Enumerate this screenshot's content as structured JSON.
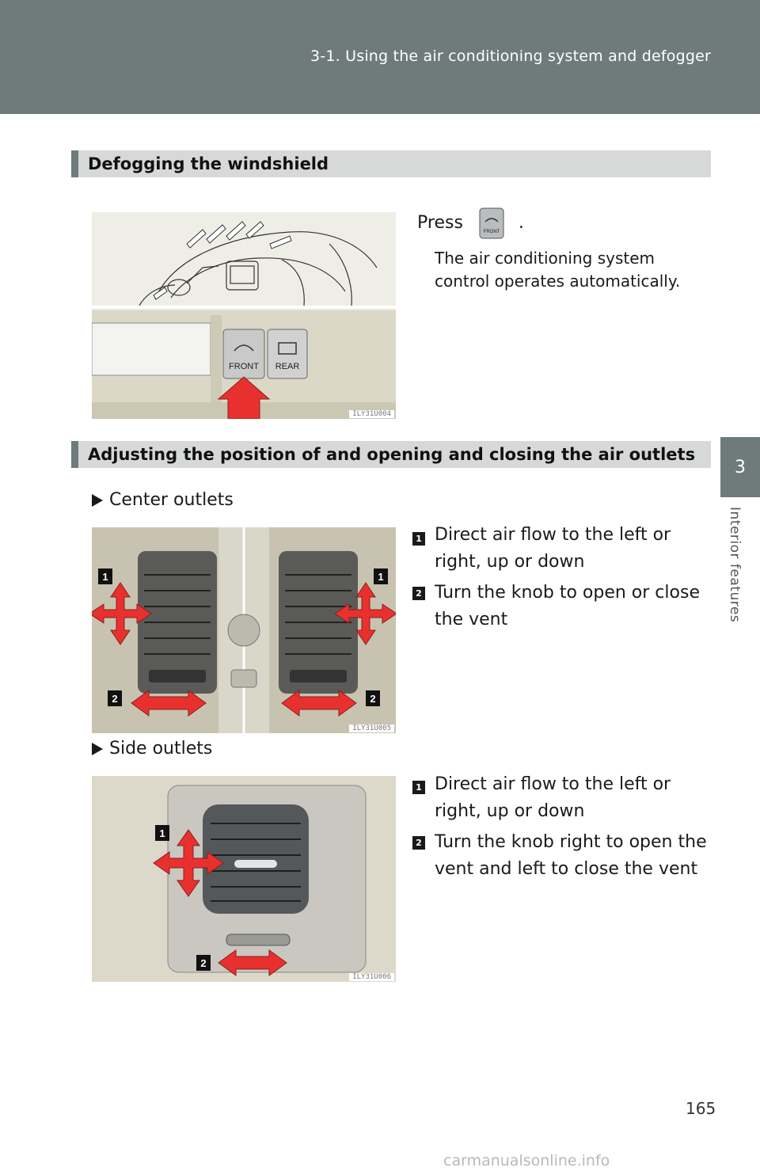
{
  "header": {
    "title": "3-1. Using the air conditioning system and defogger"
  },
  "side_tab": {
    "chapter": "3",
    "label": "Interior features"
  },
  "section1": {
    "heading": "Defogging the windshield",
    "press_word": "Press",
    "press_end": ".",
    "note": "The air conditioning system control operates automatically.",
    "figure": {
      "code": "ILY31U004",
      "front_label": "FRONT",
      "rear_label": "REAR"
    }
  },
  "section2": {
    "heading": "Adjusting the position of and opening and closing the air outlets",
    "center": {
      "title": "Center outlets",
      "figure": {
        "code": "ILY31U005"
      },
      "steps": [
        {
          "num": "1",
          "text": "Direct air flow to the left or right, up or down"
        },
        {
          "num": "2",
          "text": "Turn the knob to open or close the vent"
        }
      ]
    },
    "side": {
      "title": "Side outlets",
      "figure": {
        "code": "ILY31U006"
      },
      "steps": [
        {
          "num": "1",
          "text": "Direct air flow to the left or right, up or down"
        },
        {
          "num": "2",
          "text": "Turn the knob right to open the vent and left to close the vent"
        }
      ]
    }
  },
  "page": {
    "number": "165"
  },
  "footer": {
    "url": "carmanualsonline.info"
  },
  "colors": {
    "band": "#6e7b7a",
    "heading_bg": "#d7d9d8",
    "arrow_red": "#e8312e"
  }
}
